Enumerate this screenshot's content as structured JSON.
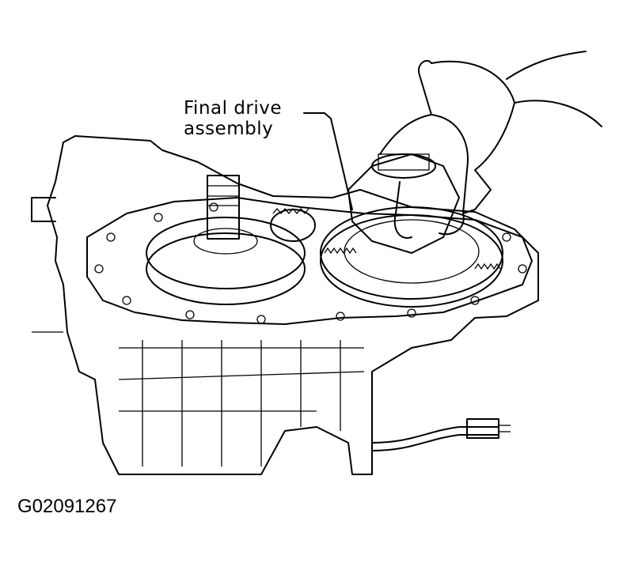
{
  "diagram": {
    "type": "technical-illustration",
    "subject": "Transaxle case with final drive assembly being removed by hand",
    "callouts": [
      {
        "line1": "Final drive",
        "line2": "assembly"
      }
    ],
    "figure_id": "G02091267"
  }
}
